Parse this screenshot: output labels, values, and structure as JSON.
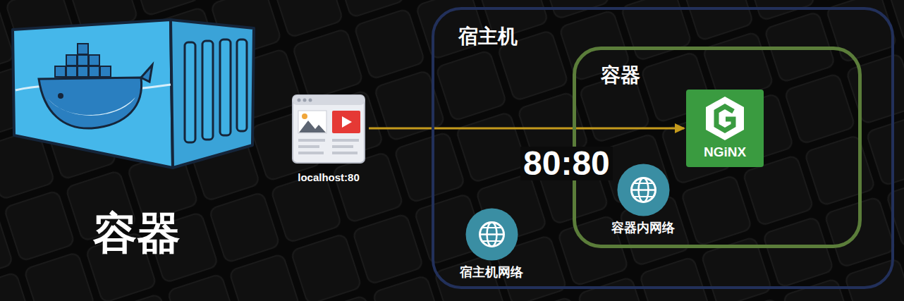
{
  "diagram": {
    "nodes": [
      {
        "text": [
          "localhost:80"
        ]
      },
      {
        "text": [
          "宿主机"
        ]
      },
      {
        "text": [
          "容器"
        ],
        "in": 1
      },
      {
        "text": [
          "NGiNX"
        ],
        "in": 2
      },
      {
        "text": [
          "容器内网络"
        ],
        "in": 2
      },
      {
        "text": [
          "宿主机网络"
        ],
        "in": 1
      }
    ],
    "edges": [
      {
        "from": 0,
        "to": 3,
        "arrow": "to"
      }
    ],
    "labels": [
      "容器",
      "80:80"
    ]
  }
}
